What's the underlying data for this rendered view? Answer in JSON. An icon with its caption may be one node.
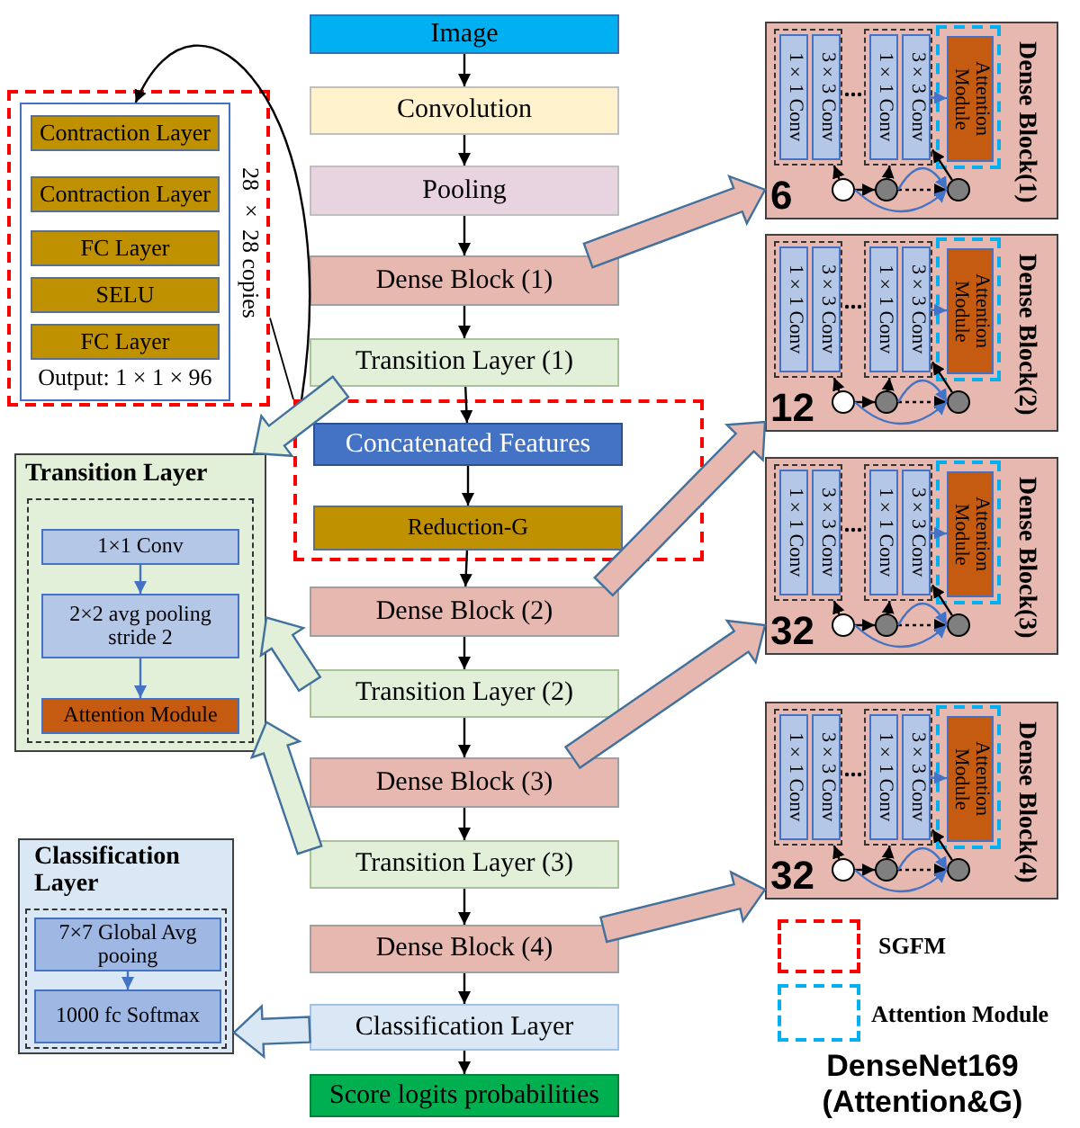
{
  "diagram": {
    "caption": "DenseNet169 (Attention&G)",
    "nodes": [
      {
        "text": [
          "Image"
        ]
      },
      {
        "text": [
          "Convolution"
        ]
      },
      {
        "text": [
          "Pooling"
        ]
      },
      {
        "text": [
          "Dense Block (1)"
        ]
      },
      {
        "text": [
          "Transition Layer (1)"
        ]
      },
      {
        "text": [],
        "shape": "box"
      },
      {
        "text": [
          "Concatenated Features"
        ],
        "in": 5
      },
      {
        "text": [
          "Reduction-G"
        ],
        "in": 5
      },
      {
        "text": [
          "Dense Block (2)"
        ]
      },
      {
        "text": [
          "Transition Layer (2)"
        ]
      },
      {
        "text": [
          "Dense Block (3)"
        ]
      },
      {
        "text": [
          "Transition Layer (3)"
        ]
      },
      {
        "text": [
          "Dense Block (4)"
        ]
      },
      {
        "text": [
          "Classification Layer"
        ]
      },
      {
        "text": [
          "Score logits probabilities"
        ]
      },
      {
        "text": [],
        "shape": "box"
      },
      {
        "text": [
          "Output: 1 × 1 × 96"
        ],
        "in": 15,
        "beside": [
          "28 × 28 copies"
        ]
      },
      {
        "text": [
          "Contraction Layer"
        ],
        "in": 16
      },
      {
        "text": [
          "Contraction Layer"
        ],
        "in": 16
      },
      {
        "text": [
          "FC Layer"
        ],
        "in": 16
      },
      {
        "text": [
          "SELU"
        ],
        "in": 16
      },
      {
        "text": [
          "FC Layer"
        ],
        "in": 16
      },
      {
        "text": [
          "Transition Layer"
        ]
      },
      {
        "text": [],
        "shape": "box",
        "in": 22
      },
      {
        "text": [
          "1×1 Conv"
        ],
        "in": 23
      },
      {
        "text": [
          "2×2 avg pooling stride 2"
        ],
        "in": 23
      },
      {
        "text": [
          "Attention Module"
        ],
        "in": 23
      },
      {
        "text": [
          "Classification Layer"
        ]
      },
      {
        "text": [],
        "shape": "box",
        "in": 27
      },
      {
        "text": [
          "7×7 Global Avg pooing"
        ],
        "in": 28
      },
      {
        "text": [
          "1000 fc Softmax"
        ],
        "in": 28
      },
      {
        "text": [
          "Dense Block(1)",
          "6"
        ]
      },
      {
        "text": [],
        "shape": "box",
        "in": 31
      },
      {
        "text": [
          "1×1 Conv"
        ],
        "in": 32
      },
      {
        "text": [
          "3×3 Conv"
        ],
        "in": 32
      },
      {
        "text": [],
        "shape": "box",
        "in": 31
      },
      {
        "text": [
          "1×1 Conv"
        ],
        "in": 35
      },
      {
        "text": [
          "3×3 Conv"
        ],
        "in": 35
      },
      {
        "text": [],
        "shape": "box",
        "in": 31
      },
      {
        "text": [
          "Attention Module"
        ],
        "in": 38
      },
      {
        "text": [],
        "shape": "circle",
        "in": 31
      },
      {
        "text": [],
        "shape": "circle",
        "in": 31
      },
      {
        "text": [],
        "shape": "circle",
        "in": 31
      },
      {
        "text": [
          "Dense Block(2)",
          "12"
        ]
      },
      {
        "text": [],
        "shape": "box",
        "in": 43
      },
      {
        "text": [
          "1×1 Conv"
        ],
        "in": 44
      },
      {
        "text": [
          "3×3 Conv"
        ],
        "in": 44
      },
      {
        "text": [],
        "shape": "box",
        "in": 43
      },
      {
        "text": [
          "1×1 Conv"
        ],
        "in": 47
      },
      {
        "text": [
          "3×3 Conv"
        ],
        "in": 47
      },
      {
        "text": [],
        "shape": "box",
        "in": 43
      },
      {
        "text": [
          "Attention Module"
        ],
        "in": 50
      },
      {
        "text": [],
        "shape": "circle",
        "in": 43
      },
      {
        "text": [],
        "shape": "circle",
        "in": 43
      },
      {
        "text": [],
        "shape": "circle",
        "in": 43
      },
      {
        "text": [
          "Dense Block(3)",
          "32"
        ]
      },
      {
        "text": [],
        "shape": "box",
        "in": 55
      },
      {
        "text": [
          "1×1 Conv"
        ],
        "in": 56
      },
      {
        "text": [
          "3×3 Conv"
        ],
        "in": 56
      },
      {
        "text": [],
        "shape": "box",
        "in": 55
      },
      {
        "text": [
          "1×1 Conv"
        ],
        "in": 59
      },
      {
        "text": [
          "3×3 Conv"
        ],
        "in": 59
      },
      {
        "text": [],
        "shape": "box",
        "in": 55
      },
      {
        "text": [
          "Attention Module"
        ],
        "in": 62
      },
      {
        "text": [],
        "shape": "circle",
        "in": 55
      },
      {
        "text": [],
        "shape": "circle",
        "in": 55
      },
      {
        "text": [],
        "shape": "circle",
        "in": 55
      },
      {
        "text": [
          "Dense Block(4)",
          "32"
        ]
      },
      {
        "text": [],
        "shape": "box",
        "in": 67
      },
      {
        "text": [
          "1×1 Conv"
        ],
        "in": 68
      },
      {
        "text": [
          "3×3 Conv"
        ],
        "in": 68
      },
      {
        "text": [],
        "shape": "box",
        "in": 67
      },
      {
        "text": [
          "1×1 Conv"
        ],
        "in": 71
      },
      {
        "text": [
          "3×3 Conv"
        ],
        "in": 71
      },
      {
        "text": [],
        "shape": "box",
        "in": 67
      },
      {
        "text": [
          "Attention Module"
        ],
        "in": 74
      },
      {
        "text": [],
        "shape": "circle",
        "in": 67
      },
      {
        "text": [],
        "shape": "circle",
        "in": 67
      },
      {
        "text": [],
        "shape": "circle",
        "in": 67
      }
    ],
    "edges": [
      {
        "from": 0,
        "to": 1,
        "arrow": "to"
      },
      {
        "from": 1,
        "to": 2,
        "arrow": "to"
      },
      {
        "from": 2,
        "to": 3,
        "arrow": "to"
      },
      {
        "from": 3,
        "to": 4,
        "arrow": "to"
      },
      {
        "from": 4,
        "to": 6,
        "arrow": "to"
      },
      {
        "from": 6,
        "to": 7,
        "arrow": "to"
      },
      {
        "from": 7,
        "to": 8,
        "arrow": "to"
      },
      {
        "from": 8,
        "to": 9,
        "arrow": "to"
      },
      {
        "from": 9,
        "to": 10,
        "arrow": "to"
      },
      {
        "from": 10,
        "to": 11,
        "arrow": "to"
      },
      {
        "from": 11,
        "to": 12,
        "arrow": "to"
      },
      {
        "from": 12,
        "to": 13,
        "arrow": "to"
      },
      {
        "from": 13,
        "to": 14,
        "arrow": "to"
      },
      {
        "from": 5,
        "to": 16,
        "arrow": "to"
      },
      {
        "from": 15,
        "to": 5,
        "arrow": "none"
      },
      {
        "from": 4,
        "to": 22,
        "arrow": "to",
        "style": "thick",
        "color": "#e2efd9"
      },
      {
        "from": 9,
        "to": 22,
        "arrow": "to",
        "style": "thick",
        "color": "#e2efd9"
      },
      {
        "from": 11,
        "to": 22,
        "arrow": "to",
        "style": "thick",
        "color": "#e2efd9"
      },
      {
        "from": 13,
        "to": 27,
        "arrow": "to",
        "style": "thick",
        "color": "#dae8f5"
      },
      {
        "from": 3,
        "to": 31,
        "arrow": "to",
        "style": "thick",
        "color": "#e6b8af"
      },
      {
        "from": 8,
        "to": 43,
        "arrow": "to",
        "style": "thick",
        "color": "#e6b8af"
      },
      {
        "from": 10,
        "to": 55,
        "arrow": "to",
        "style": "thick",
        "color": "#e6b8af"
      },
      {
        "from": 12,
        "to": 67,
        "arrow": "to",
        "style": "thick",
        "color": "#e6b8af"
      },
      {
        "from": 24,
        "to": 25,
        "arrow": "to",
        "color": "#4472c4"
      },
      {
        "from": 25,
        "to": 26,
        "arrow": "to",
        "color": "#4472c4"
      },
      {
        "from": 29,
        "to": 30,
        "arrow": "to",
        "color": "#4472c4"
      },
      {
        "from": 40,
        "to": 41,
        "arrow": "to"
      },
      {
        "from": 41,
        "to": 42,
        "arrow": "to",
        "style": "dashed"
      },
      {
        "from": 40,
        "to": 32,
        "arrow": "to"
      },
      {
        "from": 41,
        "to": 35,
        "arrow": "to"
      },
      {
        "from": 42,
        "to": 35,
        "arrow": "to"
      },
      {
        "from": 40,
        "to": 42,
        "arrow": "to",
        "color": "#4472c4"
      },
      {
        "from": 41,
        "to": 42,
        "arrow": "to",
        "color": "#4472c4"
      },
      {
        "from": 37,
        "to": 39,
        "arrow": "to",
        "color": "#4472c4"
      },
      {
        "from": 52,
        "to": 53,
        "arrow": "to"
      },
      {
        "from": 53,
        "to": 54,
        "arrow": "to",
        "style": "dashed"
      },
      {
        "from": 52,
        "to": 44,
        "arrow": "to"
      },
      {
        "from": 53,
        "to": 47,
        "arrow": "to"
      },
      {
        "from": 54,
        "to": 47,
        "arrow": "to"
      },
      {
        "from": 52,
        "to": 54,
        "arrow": "to",
        "color": "#4472c4"
      },
      {
        "from": 53,
        "to": 54,
        "arrow": "to",
        "color": "#4472c4"
      },
      {
        "from": 49,
        "to": 51,
        "arrow": "to",
        "color": "#4472c4"
      },
      {
        "from": 64,
        "to": 65,
        "arrow": "to"
      },
      {
        "from": 65,
        "to": 66,
        "arrow": "to",
        "style": "dashed"
      },
      {
        "from": 64,
        "to": 56,
        "arrow": "to"
      },
      {
        "from": 65,
        "to": 59,
        "arrow": "to"
      },
      {
        "from": 66,
        "to": 59,
        "arrow": "to"
      },
      {
        "from": 64,
        "to": 66,
        "arrow": "to",
        "color": "#4472c4"
      },
      {
        "from": 65,
        "to": 66,
        "arrow": "to",
        "color": "#4472c4"
      },
      {
        "from": 61,
        "to": 63,
        "arrow": "to",
        "color": "#4472c4"
      },
      {
        "from": 76,
        "to": 77,
        "arrow": "to"
      },
      {
        "from": 77,
        "to": 78,
        "arrow": "to",
        "style": "dashed"
      },
      {
        "from": 76,
        "to": 68,
        "arrow": "to"
      },
      {
        "from": 77,
        "to": 71,
        "arrow": "to"
      },
      {
        "from": 78,
        "to": 71,
        "arrow": "to"
      },
      {
        "from": 76,
        "to": 78,
        "arrow": "to",
        "color": "#4472c4"
      },
      {
        "from": 77,
        "to": 78,
        "arrow": "to",
        "color": "#4472c4"
      },
      {
        "from": 73,
        "to": 75,
        "arrow": "to",
        "color": "#4472c4"
      }
    ],
    "legend": [
      {
        "text": "SGFM"
      },
      {
        "text": "Attention Module"
      }
    ]
  }
}
